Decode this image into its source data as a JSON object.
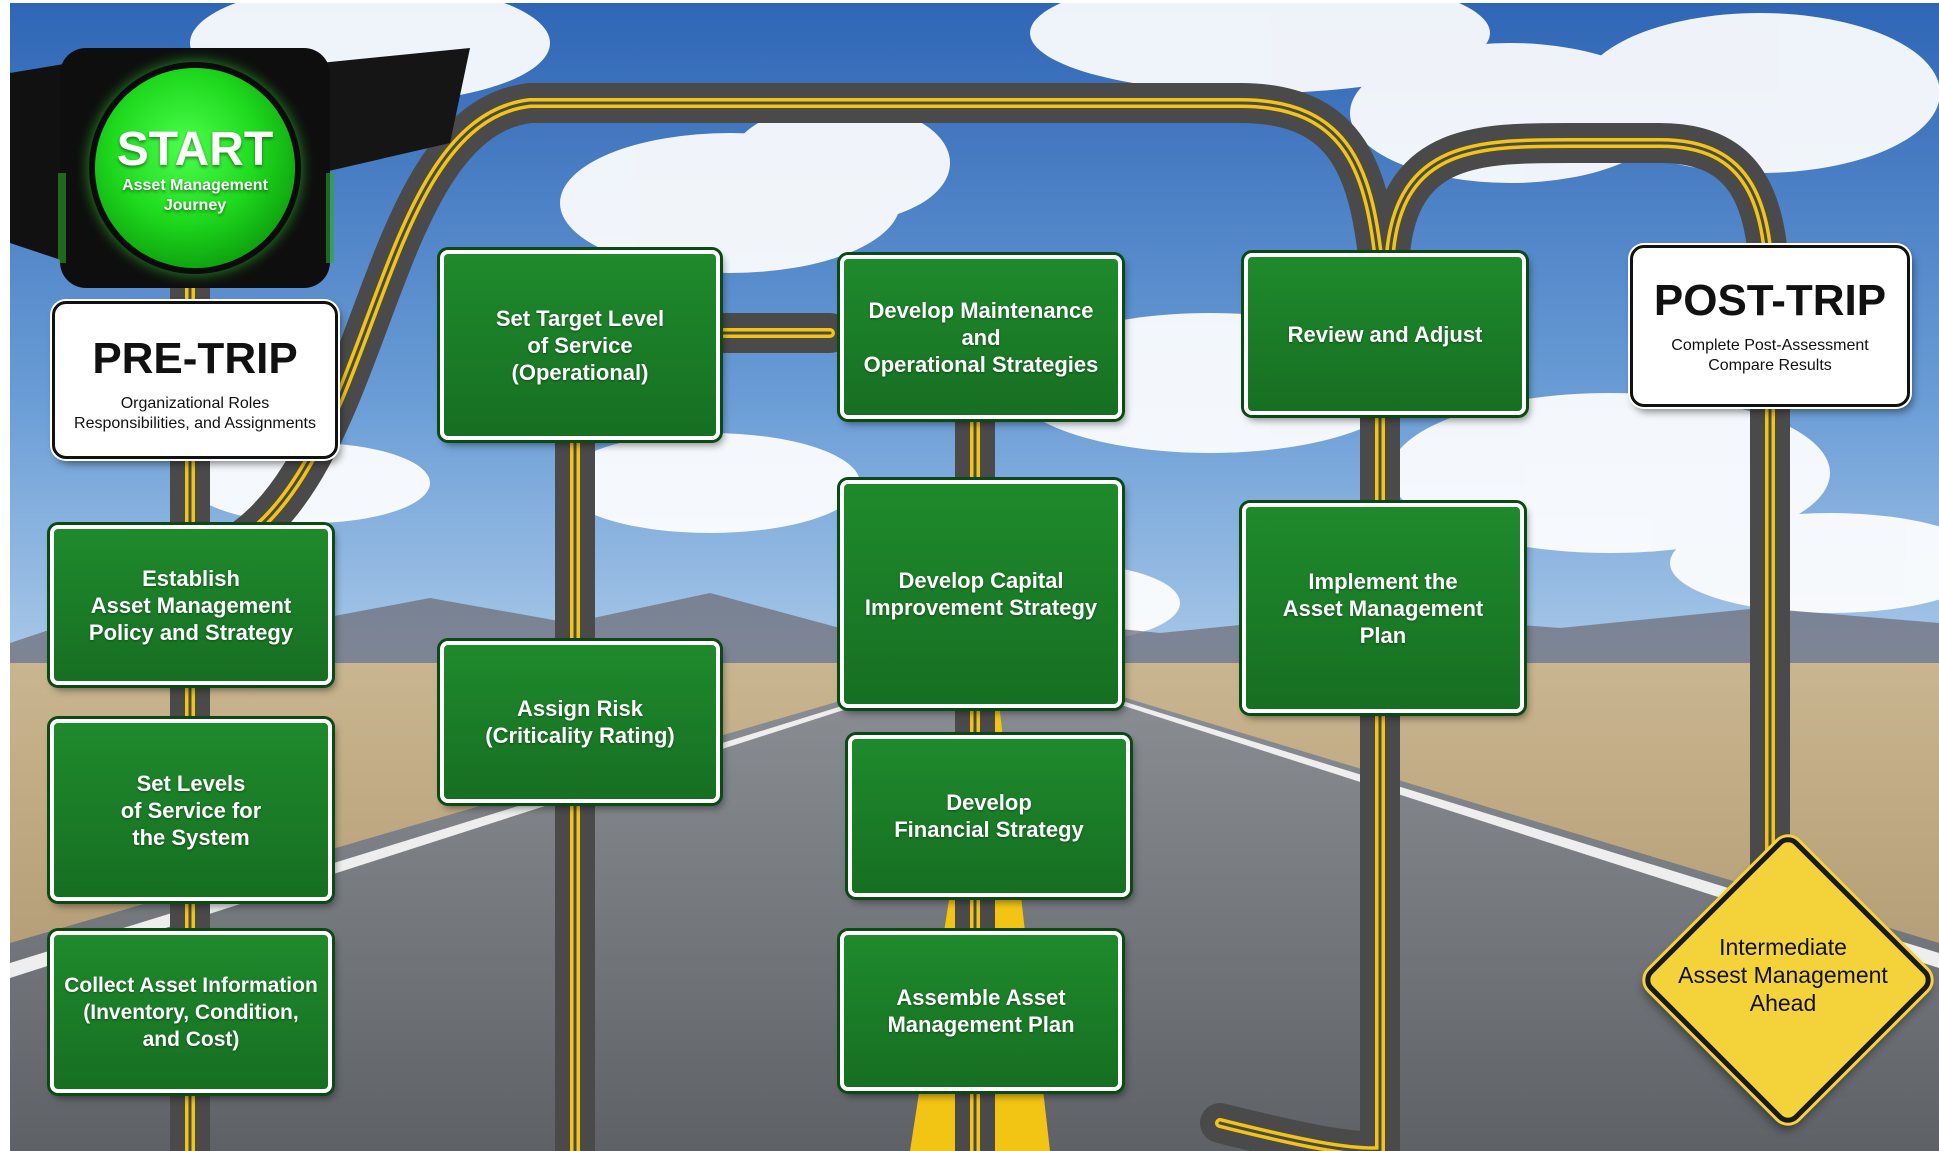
{
  "start": {
    "title": "START",
    "subtitle": "Asset Management\nJourney"
  },
  "pre_trip": {
    "title": "PRE-TRIP",
    "subtitle": "Organizational Roles\nResponsibilities, and Assignments"
  },
  "post_trip": {
    "title": "POST-TRIP",
    "subtitle": "Complete Post-Assessment\nCompare Results"
  },
  "signs": [
    {
      "label": "Establish\nAsset Management\nPolicy and Strategy"
    },
    {
      "label": "Set Levels\nof Service for\nthe System"
    },
    {
      "label": "Collect Asset Information\n(Inventory, Condition,\nand Cost)"
    },
    {
      "label": "Set Target Level\nof Service\n(Operational)"
    },
    {
      "label": "Assign Risk\n(Criticality Rating)"
    },
    {
      "label": "Develop Maintenance\nand\nOperational Strategies"
    },
    {
      "label": "Develop Capital\nImprovement Strategy"
    },
    {
      "label": "Develop\nFinancial Strategy"
    },
    {
      "label": "Assemble Asset\nManagement Plan"
    },
    {
      "label": "Review and Adjust"
    },
    {
      "label": "Implement the\nAsset Management\nPlan"
    }
  ],
  "warning_sign": {
    "label": "Intermediate\nAssest Management\nAhead"
  },
  "colors": {
    "sign_green": "#1f8a2c",
    "road_line": "#f2c515",
    "warning_yellow": "#f3d23a",
    "start_green": "#1ed91e"
  }
}
